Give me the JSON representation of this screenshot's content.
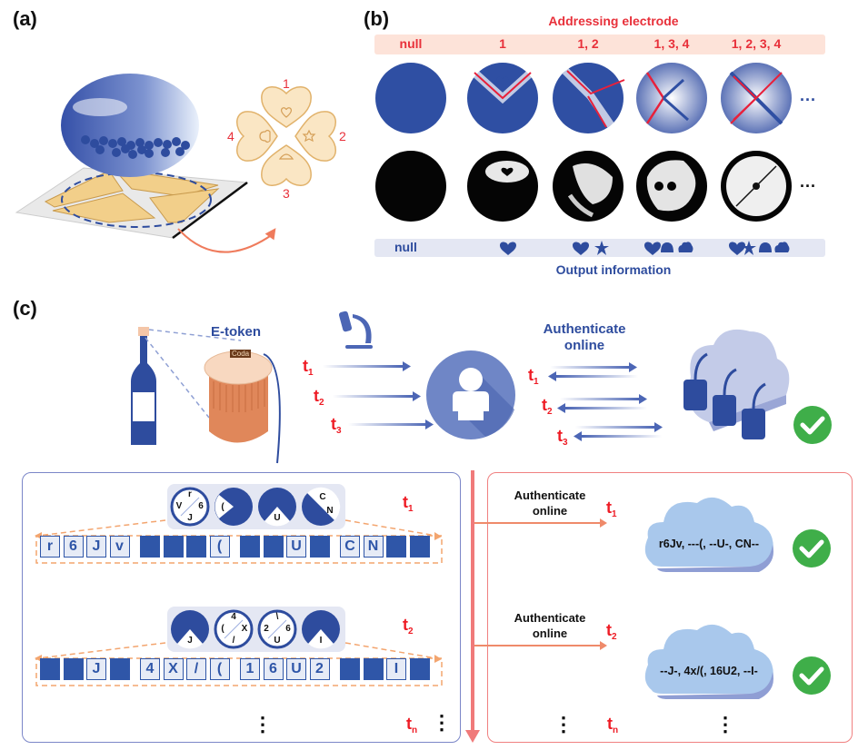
{
  "panels": {
    "a": {
      "label": "(a)",
      "electrode_numbers": [
        "1",
        "2",
        "3",
        "4"
      ],
      "electrode_shapes": [
        "heart",
        "star",
        "half-moon",
        "cloud"
      ]
    },
    "b": {
      "label": "(b)",
      "header_title": "Addressing electrode",
      "columns": [
        "null",
        "1",
        "1, 2",
        "1, 3, 4",
        "1, 2, 3, 4"
      ],
      "ellipsis": "...",
      "outputs": [
        {
          "text": "null",
          "icons": []
        },
        {
          "text": "",
          "icons": [
            "heart"
          ]
        },
        {
          "text": "",
          "icons": [
            "heart",
            "star"
          ]
        },
        {
          "text": "",
          "icons": [
            "heart",
            "half-moon",
            "cloud"
          ]
        },
        {
          "text": "",
          "icons": [
            "heart",
            "star",
            "half-moon",
            "cloud"
          ]
        }
      ],
      "footer_title": "Output information"
    },
    "c": {
      "label": "(c)",
      "etoken_title": "E-token",
      "etoken_code_label": "Coda",
      "times": [
        {
          "t": "t",
          "sub": "1"
        },
        {
          "t": "t",
          "sub": "2"
        },
        {
          "t": "t",
          "sub": "3"
        }
      ],
      "auth_title": "Authenticate online",
      "rounds": [
        {
          "t": "t",
          "sub": "1",
          "disks": [
            {
              "type": "open",
              "chars": [
                "r",
                "6",
                "J",
                "V"
              ]
            },
            {
              "type": "wedge-left",
              "chars": [
                "("
              ]
            },
            {
              "type": "wedge-bottom",
              "chars": [
                "U"
              ]
            },
            {
              "type": "half",
              "chars": [
                "C",
                "N"
              ]
            }
          ],
          "cells": [
            "r",
            "6",
            "J",
            "v",
            "",
            "",
            "",
            "(",
            "",
            "",
            "U",
            "",
            "C",
            "N",
            "",
            ""
          ],
          "auth_label": "Authenticate online",
          "cloud_text": "r6Jv, ---(, --U-, CN--",
          "status": "verified"
        },
        {
          "t": "t",
          "sub": "2",
          "disks": [
            {
              "type": "wedge-bottom",
              "chars": [
                "J"
              ]
            },
            {
              "type": "open",
              "chars": [
                "4",
                "X",
                "/",
                "("
              ]
            },
            {
              "type": "open",
              "chars": [
                "\\",
                "6",
                "U",
                "2"
              ]
            },
            {
              "type": "wedge-bottom",
              "chars": [
                "I"
              ]
            }
          ],
          "cells": [
            "",
            "",
            "J",
            "",
            "4",
            "X",
            "/",
            "(",
            "1",
            "6",
            "U",
            "2",
            "",
            "",
            "I",
            ""
          ],
          "auth_label": "Authenticate online",
          "cloud_text": "--J-, 4x/(, 16U2, --I-",
          "status": "verified"
        }
      ],
      "tn": {
        "t": "t",
        "sub": "n"
      },
      "vdots": "⋮"
    }
  },
  "colors": {
    "blue": "#2e4c9e",
    "red": "#e8303a",
    "peach": "#fde3d9",
    "lavender": "#e4e7f3",
    "green": "#3fae49",
    "cloud": "#a9c8ec"
  }
}
